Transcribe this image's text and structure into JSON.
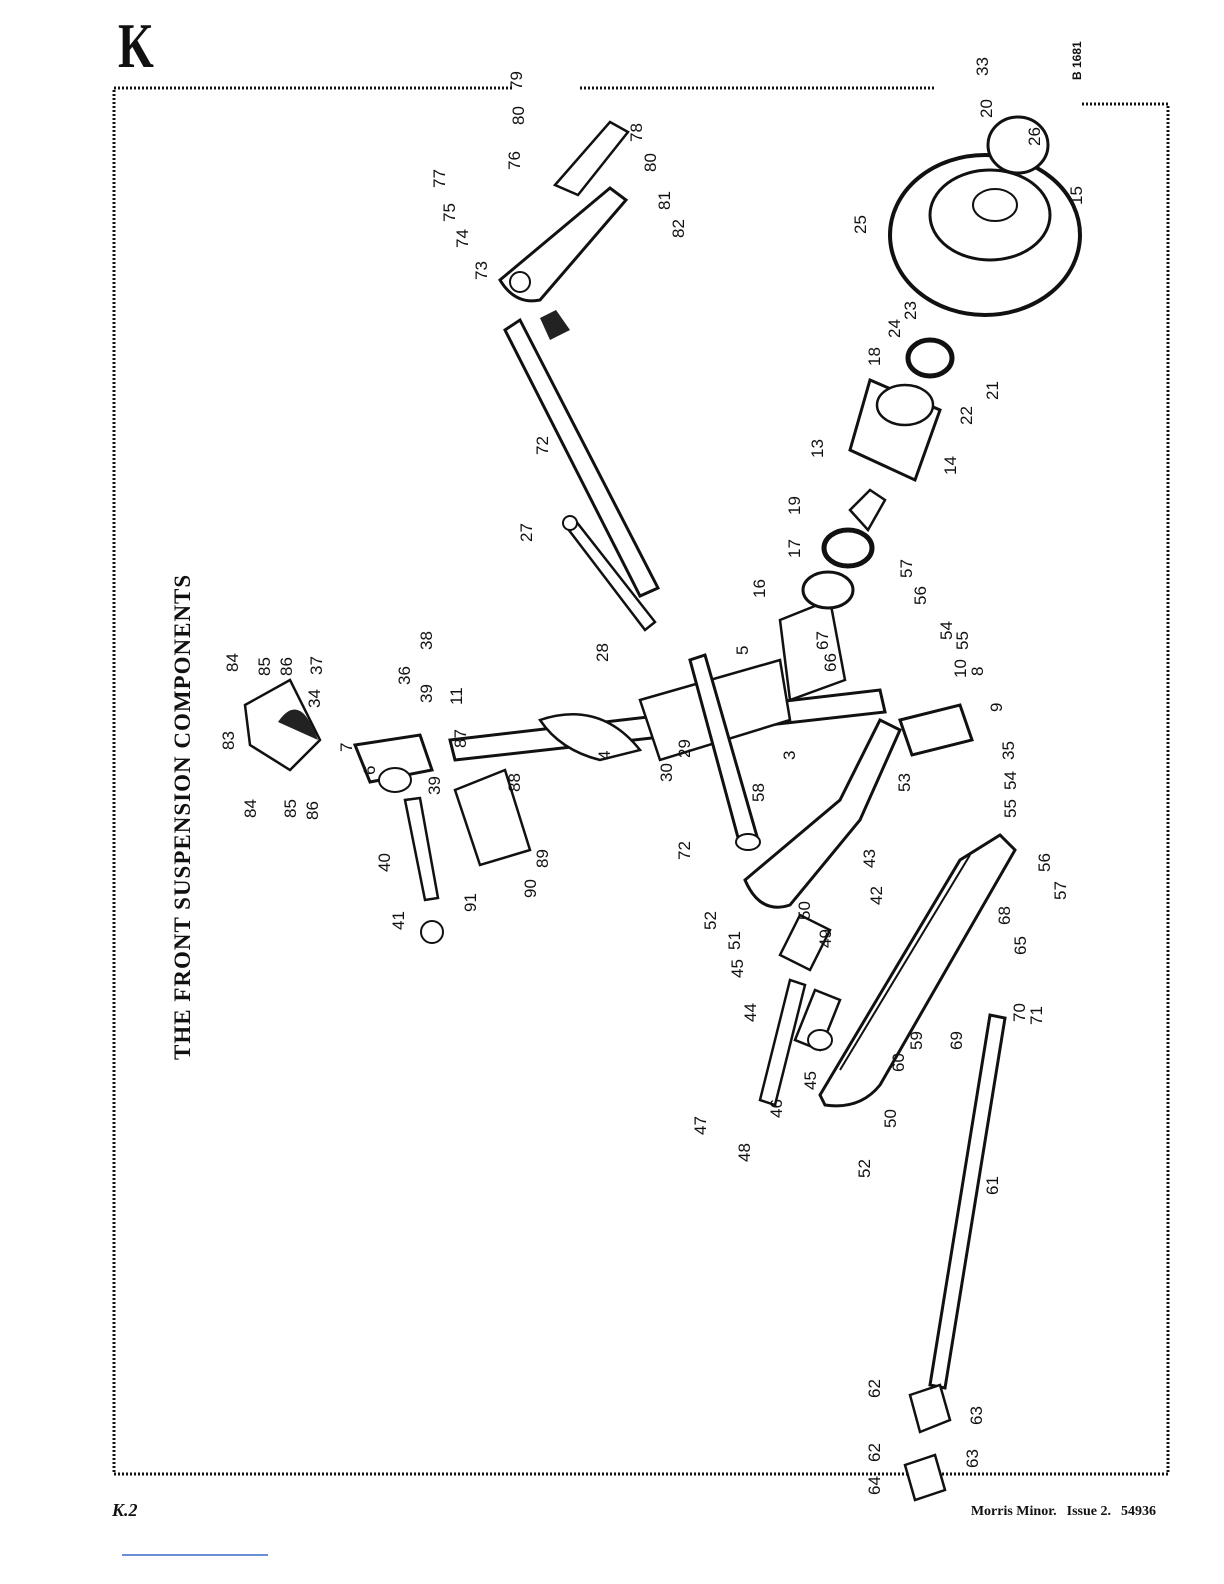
{
  "section": "K",
  "title": "THE FRONT SUSPENSION COMPONENTS",
  "plate_code": "B 1681",
  "footer": {
    "page": "K.2",
    "vehicle": "Morris Minor.",
    "issue": "Issue 2.",
    "number": "54936"
  },
  "part_numbers": [
    "3",
    "4",
    "5",
    "6",
    "7",
    "8",
    "9",
    "10",
    "11",
    "13",
    "14",
    "15",
    "16",
    "17",
    "18",
    "19",
    "20",
    "21",
    "22",
    "23",
    "24",
    "25",
    "26",
    "27",
    "28",
    "29",
    "30",
    "33",
    "34",
    "35",
    "36",
    "37",
    "38",
    "39",
    "40",
    "41",
    "42",
    "43",
    "44",
    "45",
    "46",
    "47",
    "48",
    "49",
    "50",
    "51",
    "52",
    "53",
    "54",
    "55",
    "56",
    "57",
    "58",
    "59",
    "60",
    "61",
    "62",
    "63",
    "64",
    "65",
    "66",
    "67",
    "68",
    "69",
    "70",
    "71",
    "72",
    "73",
    "74",
    "75",
    "76",
    "77",
    "78",
    "79",
    "80",
    "81",
    "82",
    "83",
    "84",
    "85",
    "86",
    "87",
    "88",
    "89",
    "90",
    "91"
  ]
}
